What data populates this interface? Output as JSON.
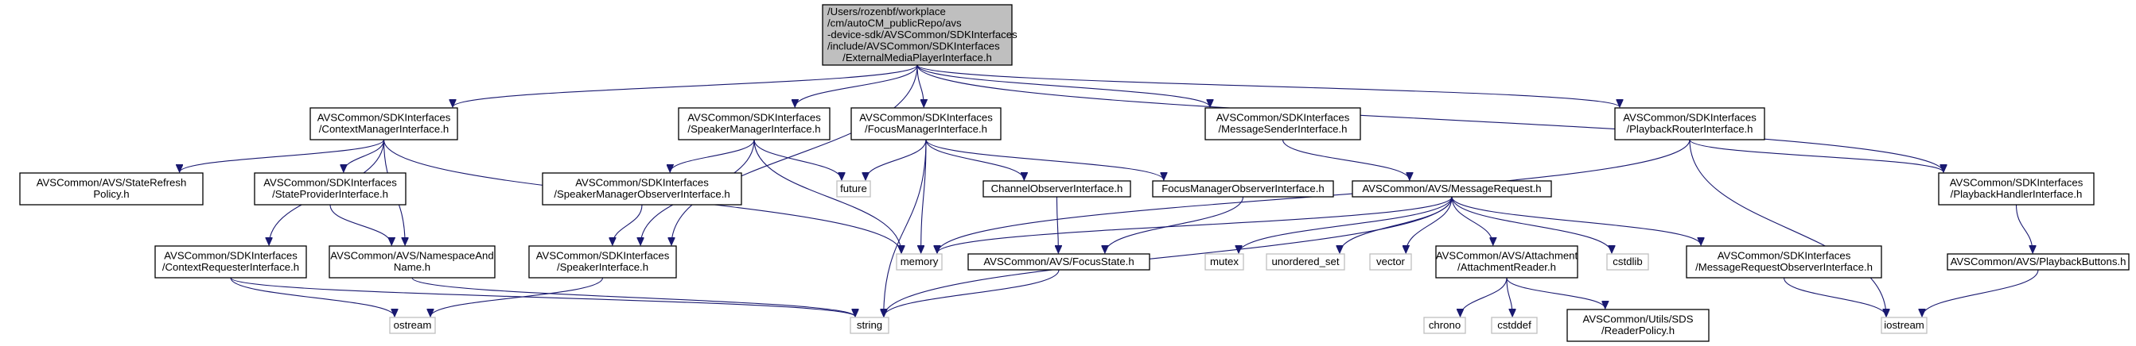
{
  "title": "",
  "colors": {
    "edge": "#191970",
    "root_fill": "#bfbfbf",
    "root_stroke": "#000000",
    "node_fill": "#ffffff",
    "node_stroke": "#000000",
    "external_stroke": "#bfbfbf"
  },
  "nodes": [
    {
      "id": "root",
      "kind": "root",
      "lines": [
        "/Users/rozenbf/workplace",
        "/cm/autoCM_publicRepo/avs",
        "-device-sdk/AVSCommon/SDKInterfaces",
        "/include/AVSCommon/SDKInterfaces",
        "/ExternalMediaPlayerInterface.h"
      ]
    },
    {
      "id": "context_manager",
      "kind": "header",
      "lines": [
        "AVSCommon/SDKInterfaces",
        "/ContextManagerInterface.h"
      ]
    },
    {
      "id": "speaker_manager",
      "kind": "header",
      "lines": [
        "AVSCommon/SDKInterfaces",
        "/SpeakerManagerInterface.h"
      ]
    },
    {
      "id": "focus_manager",
      "kind": "header",
      "lines": [
        "AVSCommon/SDKInterfaces",
        "/FocusManagerInterface.h"
      ]
    },
    {
      "id": "message_sender",
      "kind": "header",
      "lines": [
        "AVSCommon/SDKInterfaces",
        "/MessageSenderInterface.h"
      ]
    },
    {
      "id": "playback_router",
      "kind": "header",
      "lines": [
        "AVSCommon/SDKInterfaces",
        "/PlaybackRouterInterface.h"
      ]
    },
    {
      "id": "state_refresh_policy",
      "kind": "header",
      "lines": [
        "AVSCommon/AVS/StateRefresh",
        "Policy.h"
      ]
    },
    {
      "id": "state_provider",
      "kind": "header",
      "lines": [
        "AVSCommon/SDKInterfaces",
        "/StateProviderInterface.h"
      ]
    },
    {
      "id": "speaker_manager_observer",
      "kind": "header",
      "lines": [
        "AVSCommon/SDKInterfaces",
        "/SpeakerManagerObserverInterface.h"
      ]
    },
    {
      "id": "future",
      "kind": "external",
      "lines": [
        "future"
      ]
    },
    {
      "id": "channel_observer",
      "kind": "header",
      "lines": [
        "ChannelObserverInterface.h"
      ]
    },
    {
      "id": "focus_manager_observer",
      "kind": "header",
      "lines": [
        "FocusManagerObserverInterface.h"
      ]
    },
    {
      "id": "message_request",
      "kind": "header",
      "lines": [
        "AVSCommon/AVS/MessageRequest.h"
      ]
    },
    {
      "id": "playback_handler",
      "kind": "header",
      "lines": [
        "AVSCommon/SDKInterfaces",
        "/PlaybackHandlerInterface.h"
      ]
    },
    {
      "id": "context_requester",
      "kind": "header",
      "lines": [
        "AVSCommon/SDKInterfaces",
        "/ContextRequesterInterface.h"
      ]
    },
    {
      "id": "namespace_and_name",
      "kind": "header",
      "lines": [
        "AVSCommon/AVS/NamespaceAnd",
        "Name.h"
      ]
    },
    {
      "id": "speaker_interface",
      "kind": "header",
      "lines": [
        "AVSCommon/SDKInterfaces",
        "/SpeakerInterface.h"
      ]
    },
    {
      "id": "memory",
      "kind": "external",
      "lines": [
        "memory"
      ]
    },
    {
      "id": "focus_state",
      "kind": "header",
      "lines": [
        "AVSCommon/AVS/FocusState.h"
      ]
    },
    {
      "id": "mutex",
      "kind": "external",
      "lines": [
        "mutex"
      ]
    },
    {
      "id": "unordered_set",
      "kind": "external",
      "lines": [
        "unordered_set"
      ]
    },
    {
      "id": "vector",
      "kind": "external",
      "lines": [
        "vector"
      ]
    },
    {
      "id": "attachment_reader",
      "kind": "header",
      "lines": [
        "AVSCommon/AVS/Attachment",
        "/AttachmentReader.h"
      ]
    },
    {
      "id": "cstdlib",
      "kind": "external",
      "lines": [
        "cstdlib"
      ]
    },
    {
      "id": "message_request_observer",
      "kind": "header",
      "lines": [
        "AVSCommon/SDKInterfaces",
        "/MessageRequestObserverInterface.h"
      ]
    },
    {
      "id": "playback_buttons",
      "kind": "header",
      "lines": [
        "AVSCommon/AVS/PlaybackButtons.h"
      ]
    },
    {
      "id": "ostream",
      "kind": "external",
      "lines": [
        "ostream"
      ]
    },
    {
      "id": "string",
      "kind": "external",
      "lines": [
        "string"
      ]
    },
    {
      "id": "chrono",
      "kind": "external",
      "lines": [
        "chrono"
      ]
    },
    {
      "id": "cstddef",
      "kind": "external",
      "lines": [
        "cstddef"
      ]
    },
    {
      "id": "reader_policy",
      "kind": "header",
      "lines": [
        "AVSCommon/Utils/SDS",
        "/ReaderPolicy.h"
      ]
    },
    {
      "id": "iostream",
      "kind": "external",
      "lines": [
        "iostream"
      ]
    }
  ],
  "edges": [
    [
      "root",
      "context_manager"
    ],
    [
      "root",
      "speaker_manager"
    ],
    [
      "root",
      "focus_manager"
    ],
    [
      "root",
      "message_sender"
    ],
    [
      "root",
      "playback_router"
    ],
    [
      "root",
      "playback_handler"
    ],
    [
      "root",
      "speaker_interface"
    ],
    [
      "context_manager",
      "state_refresh_policy"
    ],
    [
      "context_manager",
      "state_provider"
    ],
    [
      "context_manager",
      "context_requester"
    ],
    [
      "context_manager",
      "namespace_and_name"
    ],
    [
      "context_manager",
      "memory"
    ],
    [
      "state_provider",
      "namespace_and_name"
    ],
    [
      "speaker_manager",
      "speaker_manager_observer"
    ],
    [
      "speaker_manager",
      "speaker_interface"
    ],
    [
      "speaker_manager",
      "future"
    ],
    [
      "speaker_manager",
      "memory"
    ],
    [
      "speaker_manager_observer",
      "speaker_interface"
    ],
    [
      "focus_manager",
      "future"
    ],
    [
      "focus_manager",
      "memory"
    ],
    [
      "focus_manager",
      "string"
    ],
    [
      "focus_manager",
      "channel_observer"
    ],
    [
      "focus_manager",
      "focus_manager_observer"
    ],
    [
      "channel_observer",
      "focus_state"
    ],
    [
      "focus_manager_observer",
      "focus_state"
    ],
    [
      "focus_state",
      "string"
    ],
    [
      "message_sender",
      "message_request"
    ],
    [
      "message_request",
      "memory"
    ],
    [
      "message_request",
      "string"
    ],
    [
      "message_request",
      "mutex"
    ],
    [
      "message_request",
      "unordered_set"
    ],
    [
      "message_request",
      "vector"
    ],
    [
      "message_request",
      "attachment_reader"
    ],
    [
      "message_request",
      "cstdlib"
    ],
    [
      "message_request",
      "message_request_observer"
    ],
    [
      "attachment_reader",
      "chrono"
    ],
    [
      "attachment_reader",
      "cstddef"
    ],
    [
      "attachment_reader",
      "reader_policy"
    ],
    [
      "message_request_observer",
      "iostream"
    ],
    [
      "playback_router",
      "memory"
    ],
    [
      "playback_router",
      "iostream"
    ],
    [
      "playback_router",
      "playback_handler"
    ],
    [
      "playback_handler",
      "playback_buttons"
    ],
    [
      "playback_buttons",
      "iostream"
    ],
    [
      "context_requester",
      "ostream"
    ],
    [
      "context_requester",
      "string"
    ],
    [
      "speaker_interface",
      "ostream"
    ],
    [
      "namespace_and_name",
      "string"
    ]
  ]
}
